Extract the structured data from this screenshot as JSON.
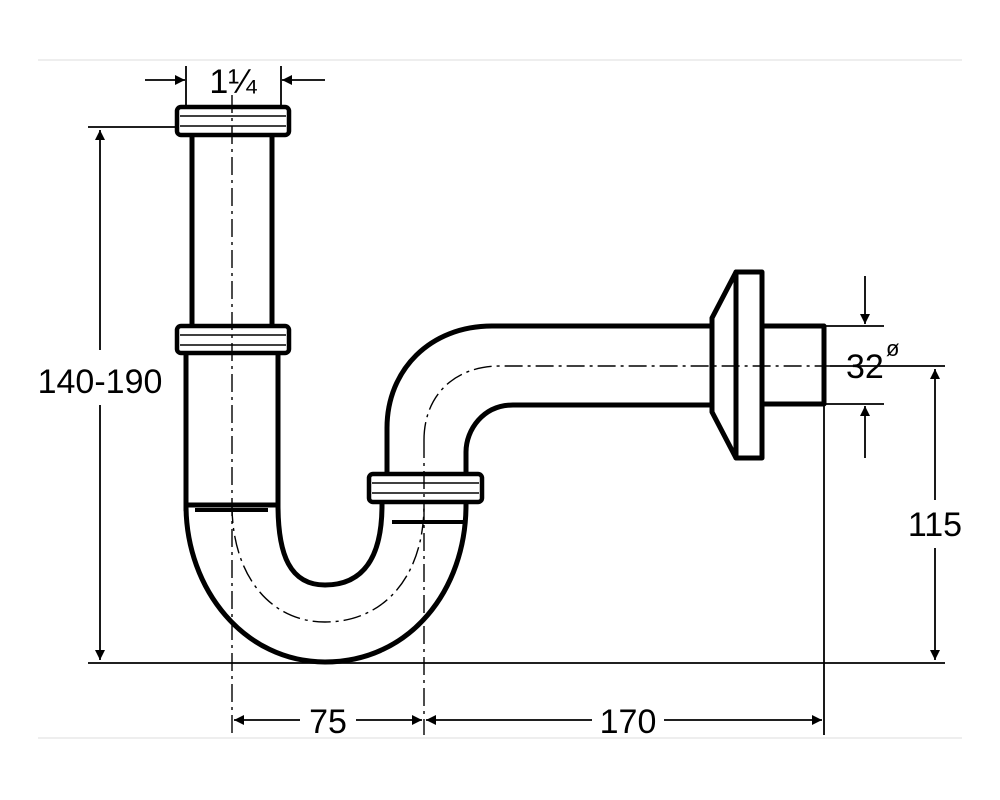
{
  "dimensions": {
    "inlet": "1¼",
    "height": "140-190",
    "outlet_height": "115",
    "outlet_diameter": "32",
    "outlet_diameter_symbol": "ø",
    "trap_width": "75",
    "wall_distance": "170"
  },
  "colors": {
    "line": "#000000",
    "background": "#ffffff",
    "frame": "#e8e8e8"
  }
}
